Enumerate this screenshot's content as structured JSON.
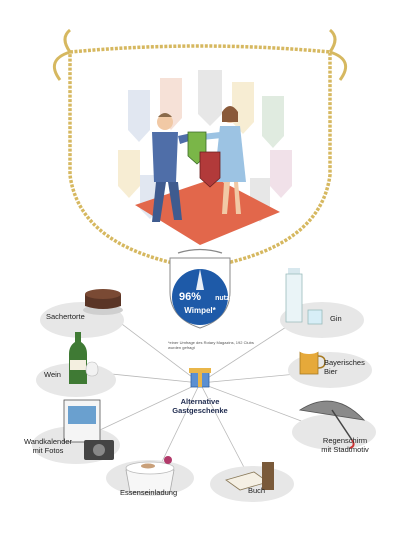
{
  "stat": {
    "percent": "96%",
    "line1": "nutzen",
    "line2": "Wimpel*",
    "footnote": "*einer Umfrage des Rotary Magazins, 192 Clubs wurden gefragt"
  },
  "center": {
    "label": "Alternative\nGastgeschenke"
  },
  "gifts": [
    {
      "key": "sachertorte",
      "label": "Sachertorte"
    },
    {
      "key": "gin",
      "label": "Gin"
    },
    {
      "key": "wein",
      "label": "Wein"
    },
    {
      "key": "bier",
      "label": "Bayerisches\nBier"
    },
    {
      "key": "kalender",
      "label": "Wandkalender\nmit Fotos"
    },
    {
      "key": "regenschirm",
      "label": "Regenschirm\nmit Stadtmotiv"
    },
    {
      "key": "essen",
      "label": "Essenseinladung"
    },
    {
      "key": "buch",
      "label": "Buch"
    }
  ],
  "colors": {
    "rope": "#d6b860",
    "shield_fill": "#ffffff",
    "ellipse": "#e7e7e7",
    "pennant_blue": "#1e5aa8",
    "carpet": "#e2674b",
    "suit": "#4f6ea8",
    "dress": "#9cc3e3"
  }
}
